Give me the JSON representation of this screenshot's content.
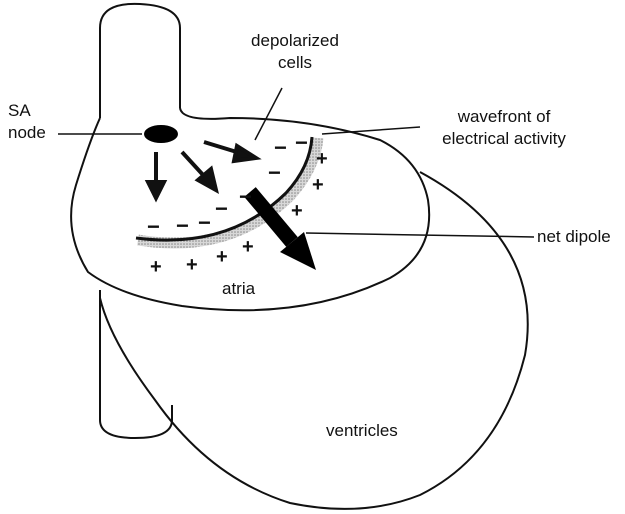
{
  "labels": {
    "sa_node_line1": "SA",
    "sa_node_line2": "node",
    "depolarized_line1": "depolarized",
    "depolarized_line2": "cells",
    "wavefront_line1": "wavefront of",
    "wavefront_line2": "electrical activity",
    "net_dipole": "net dipole",
    "atria": "atria",
    "ventricles": "ventricles"
  },
  "charges": {
    "negative": "−",
    "positive": "+"
  }
}
